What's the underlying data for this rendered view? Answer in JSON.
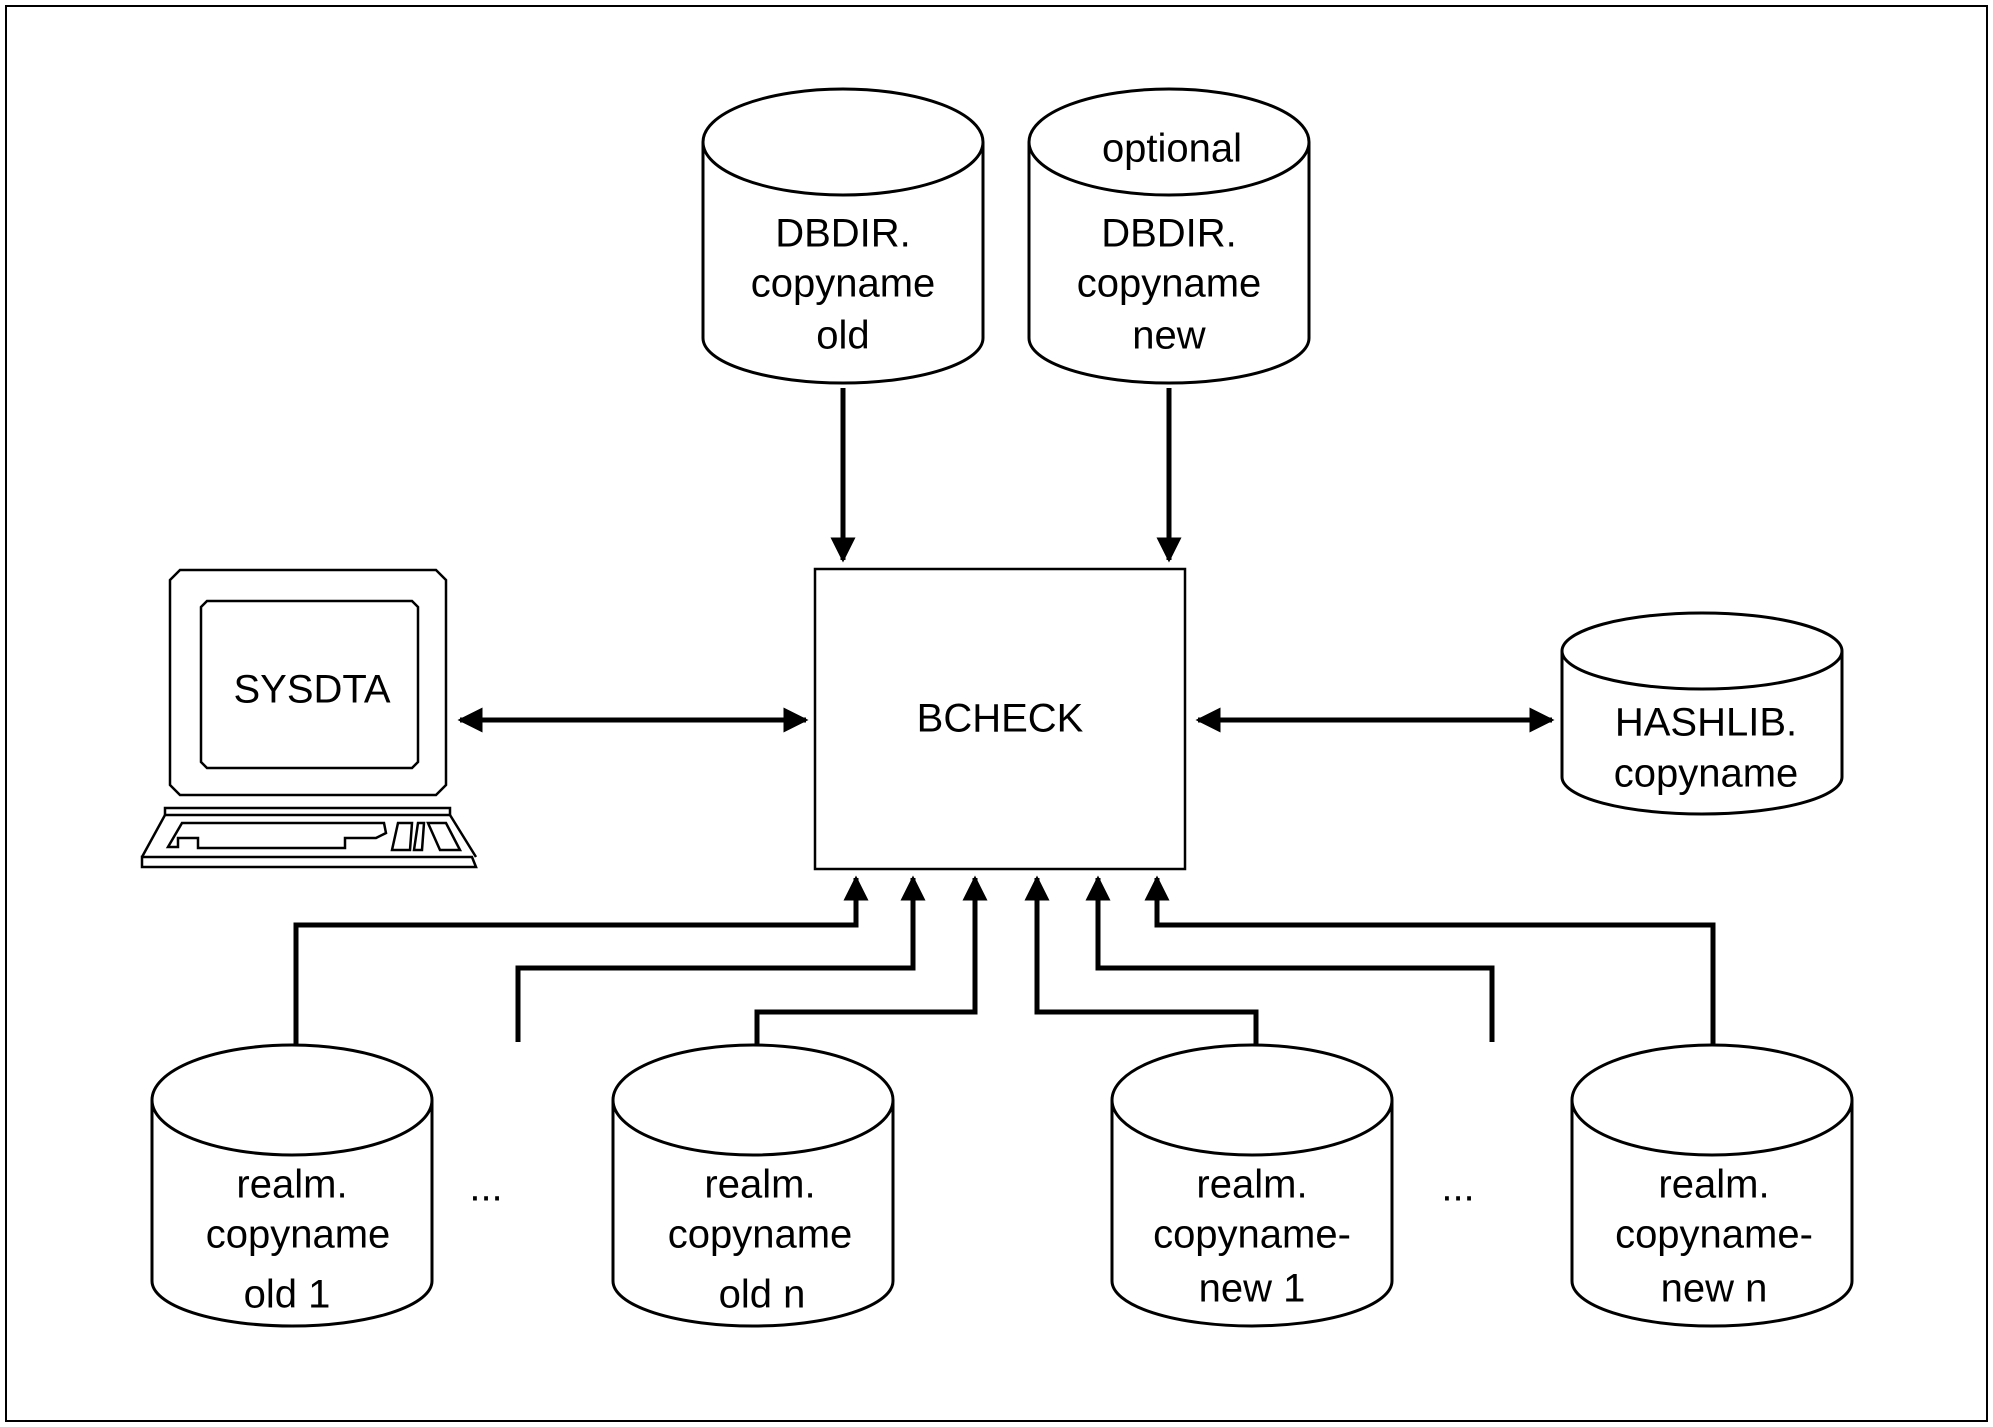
{
  "bcheck": "BCHECK",
  "sysdta": "SYSDTA",
  "dbdir_old": [
    "DBDIR.",
    "copyname",
    "old"
  ],
  "dbdir_new": {
    "optional": "optional",
    "lines": [
      "DBDIR.",
      "copyname",
      "new"
    ]
  },
  "hashlib": [
    "HASHLIB.",
    "copyname"
  ],
  "realm_old_1": [
    "realm.",
    "copyname",
    "old 1"
  ],
  "realm_old_n": [
    "realm.",
    "copyname",
    "old n"
  ],
  "realm_new_1": [
    "realm.",
    "copyname-",
    "new 1"
  ],
  "realm_new_n": [
    "realm.",
    "copyname-",
    "new n"
  ],
  "ellipsis": "..."
}
